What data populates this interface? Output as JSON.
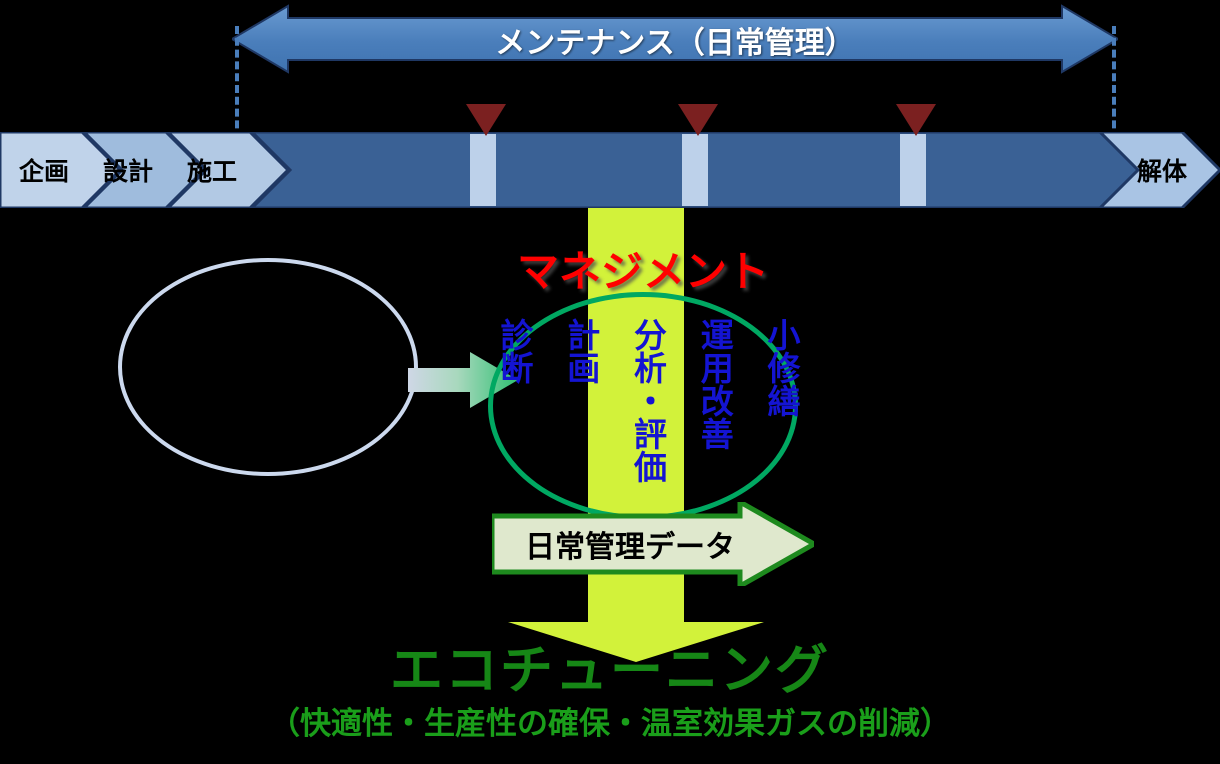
{
  "diagram": {
    "title_top": "メンテナンス（日常管理）",
    "lifecycle": {
      "phases": [
        {
          "label": "企画",
          "fill": "#c0d3ea"
        },
        {
          "label": "設計",
          "fill": "#9fbcdd"
        },
        {
          "label": "施工",
          "fill": "#b2c9e4"
        },
        {
          "label": "解体",
          "fill": "#a9c4e4"
        }
      ],
      "band_fill": "#3a6195",
      "band_stroke": "#1f3864",
      "marker_count": 3,
      "marker_color": "#7b2020",
      "marker_bar_color": "#bdd1ea"
    },
    "management": {
      "title": "マネジメント",
      "title_color": "#ff0000",
      "ellipse_stroke": "#00a862",
      "columns": [
        "診断",
        "計画",
        "分析・評価",
        "運用改善",
        "小修繕"
      ],
      "column_color": "#1414d2"
    },
    "building_ellipse": {
      "stroke": "#ccd9ee"
    },
    "data_arrow": {
      "label": "日常管理データ",
      "fill": "#dfe8cd",
      "stroke": "#1e8a1e"
    },
    "flow_band": {
      "color": "#d2f23a"
    },
    "outcome": {
      "title": "エコチューニング",
      "title_color": "#168716",
      "subtitle": "（快適性・生産性の確保・温室効果ガスの削減）",
      "subtitle_color": "#1a9e1a"
    }
  }
}
